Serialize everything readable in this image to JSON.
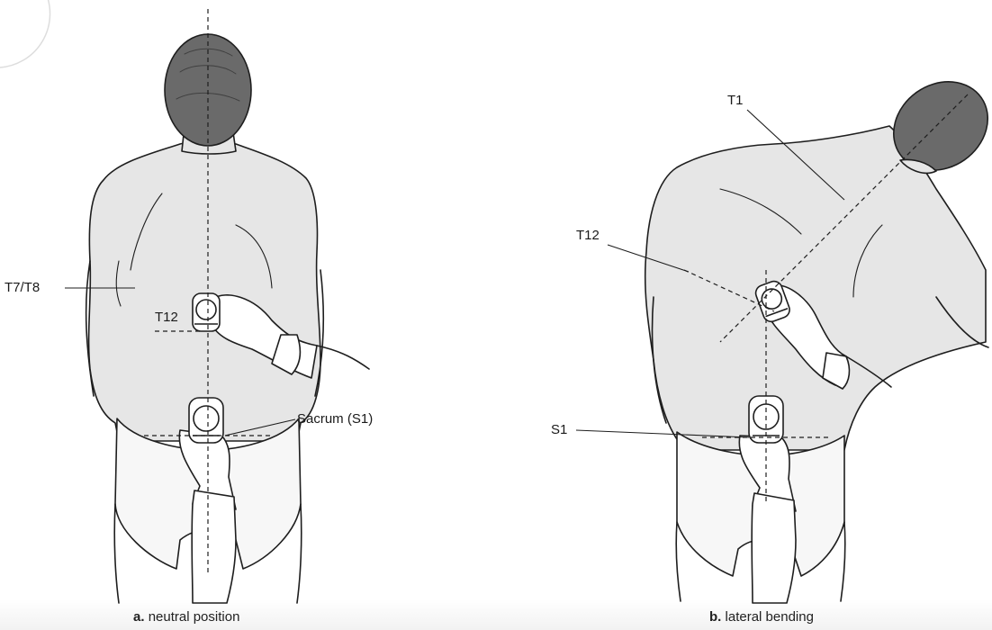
{
  "panel_a": {
    "labels": {
      "t7t8": "T7/T8",
      "t12": "T12",
      "sacrum": "Sacrum (S1)"
    },
    "caption_letter": "a.",
    "caption_text": "neutral position"
  },
  "panel_b": {
    "labels": {
      "t1": "T1",
      "t12": "T12",
      "s1": "S1"
    },
    "caption_letter": "b.",
    "caption_text": "lateral bending"
  },
  "colors": {
    "skin": "#e6e6e6",
    "hair": "#6a6a6a",
    "outline": "#1e1e1e",
    "underwear": "#f7f7f7"
  }
}
